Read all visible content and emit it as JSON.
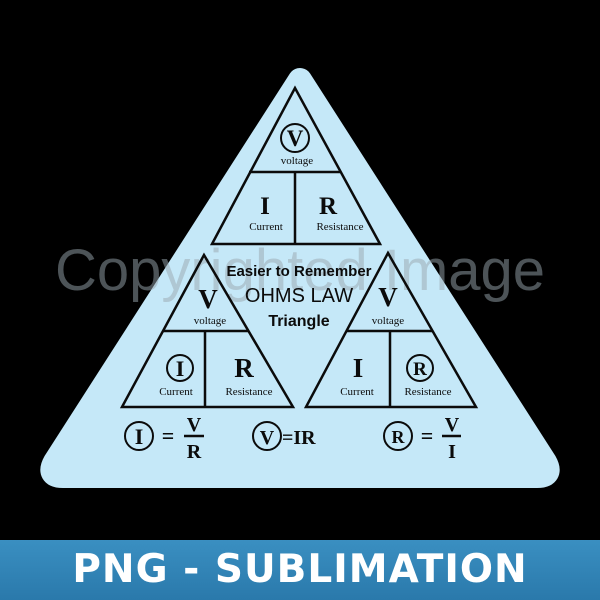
{
  "colors": {
    "background": "#000000",
    "card": "#c5e8f8",
    "ink": "#0b0b0b",
    "banner": "#3186b9",
    "banner_text": "#ffffff",
    "watermark": "#9aa8b0"
  },
  "watermark": "Copyrighted Image",
  "center_text": {
    "line1": "Easier to Remember",
    "line2": "OHMS LAW",
    "line3": "Triangle"
  },
  "top_triangle": {
    "v_symbol": "V",
    "v_label": "voltage",
    "i_symbol": "I",
    "i_label": "Current",
    "r_symbol": "R",
    "r_label": "Resistance"
  },
  "left_triangle": {
    "v_symbol": "V",
    "v_label": "voltage",
    "i_symbol": "I",
    "i_label": "Current",
    "r_symbol": "R",
    "r_label": "Resistance"
  },
  "right_triangle": {
    "v_symbol": "V",
    "v_label": "voltage",
    "i_symbol": "I",
    "i_label": "Current",
    "r_symbol": "R",
    "r_label": "Resistance"
  },
  "formulas": {
    "current": {
      "symbol": "I",
      "equals": "=",
      "numerator": "V",
      "denominator": "R"
    },
    "voltage": {
      "symbol": "V",
      "rhs": "=IR"
    },
    "resistance": {
      "symbol": "R",
      "equals": "=",
      "numerator": "V",
      "denominator": "I"
    }
  },
  "banner": {
    "text": "PNG - SUBLIMATION"
  }
}
